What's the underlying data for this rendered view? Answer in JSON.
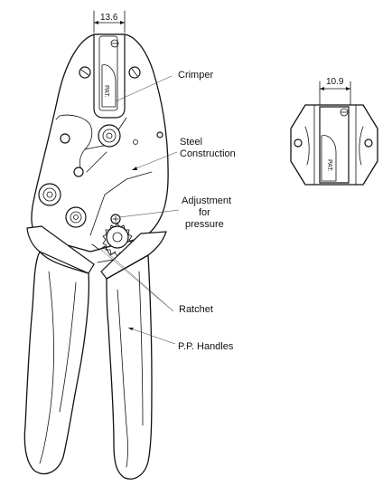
{
  "dimensions": {
    "jaw_width": "13.6",
    "die_width": "10.9"
  },
  "labels": {
    "crimper": "Crimper",
    "steel_line1": "Steel",
    "steel_line2": "Construction",
    "adjust_line1": "Adjustment",
    "adjust_line2": "for",
    "adjust_line3": "pressure",
    "ratchet": "Ratchet",
    "handles": "P.P. Handles"
  },
  "die_marking": "PAT."
}
